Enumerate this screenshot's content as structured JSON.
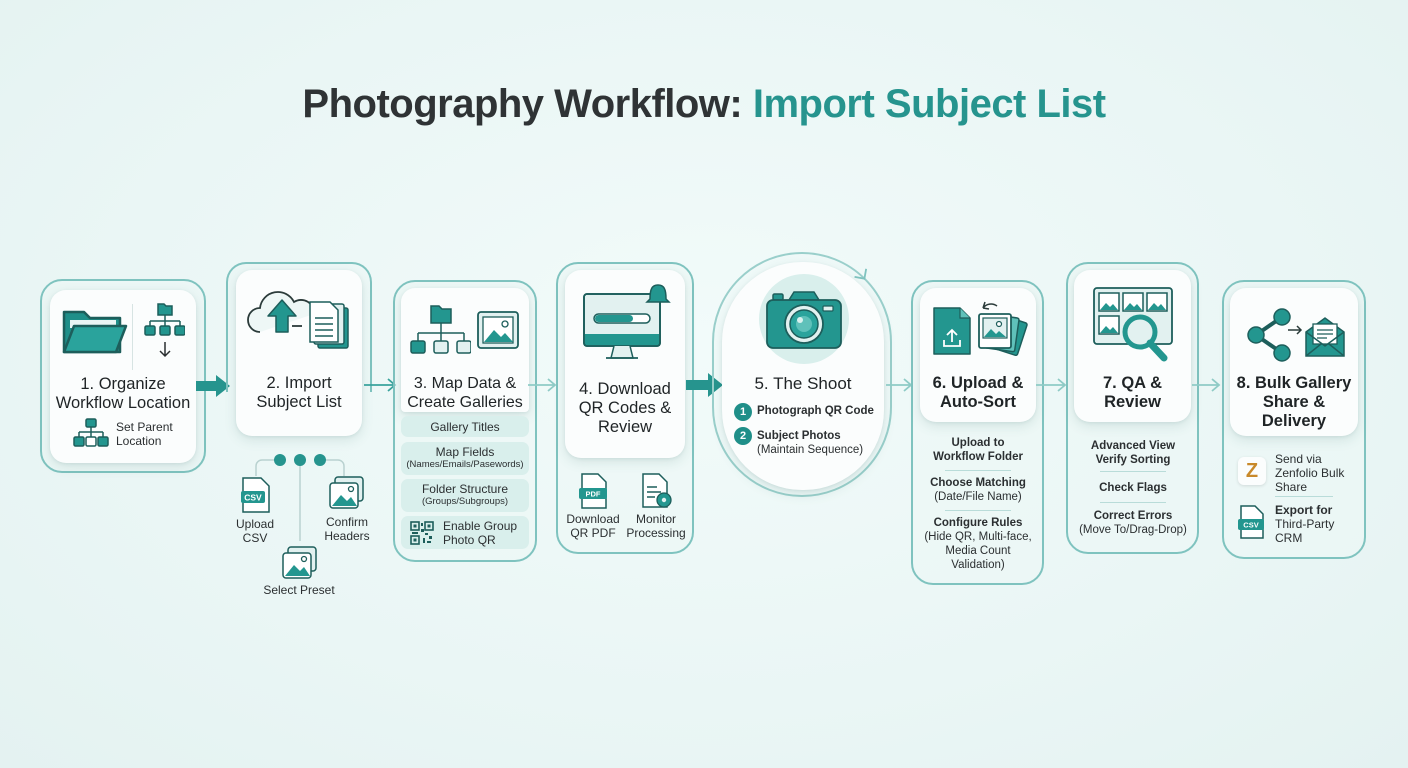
{
  "title": {
    "prefix": "Photography Workflow: ",
    "highlight": "Import Subject List"
  },
  "colors": {
    "accent": "#26948e",
    "accent_dark": "#1d7a75",
    "frame": "#7fc3bf",
    "pill": "#d9efec",
    "background": "#eaf6f5"
  },
  "steps": [
    {
      "number": 1,
      "title_line1": "1. Organize",
      "title_line2": "Workflow Location",
      "icons": [
        "open-folder-icon",
        "folder-hierarchy-icon"
      ],
      "sub": {
        "icon": "hierarchy-icon",
        "line1": "Set Parent",
        "line2": "Location"
      }
    },
    {
      "number": 2,
      "title_line1": "2. Import",
      "title_line2": "Subject List",
      "icons": [
        "cloud-upload-icon",
        "documents-icon"
      ],
      "substeps": [
        {
          "icon": "csv-file-icon",
          "badge": "CSV",
          "line1": "Upload",
          "line2": "CSV"
        },
        {
          "icon": "image-stack-icon",
          "line1": "Select Preset",
          "line2": ""
        },
        {
          "icon": "image-stack-icon",
          "line1": "Confirm",
          "line2": "Headers"
        }
      ]
    },
    {
      "number": 3,
      "title_line1": "3. Map Data &",
      "title_line2": "Create Galleries",
      "icons": [
        "folder-tree-icon",
        "image-icon"
      ],
      "pills": [
        {
          "label": "Gallery Titles",
          "detail": ""
        },
        {
          "label": "Map Fields",
          "detail": "(Names/Emails/Pasewords)"
        },
        {
          "label": "Folder Structure",
          "detail": "(Groups/Subgroups)"
        },
        {
          "label": "Enable Group Photo QR",
          "line1": "Enable Group",
          "line2": "Photo QR",
          "icon": "qr-code-icon"
        }
      ]
    },
    {
      "number": 4,
      "title_line1": "4. Download",
      "title_line2": "QR Codes &",
      "title_line3": "Review",
      "icons": [
        "monitor-progress-icon",
        "bell-icon"
      ],
      "substeps": [
        {
          "icon": "pdf-file-icon",
          "badge": "PDF",
          "line1": "Download",
          "line2": "QR PDF"
        },
        {
          "icon": "document-gear-icon",
          "line1": "Monitor",
          "line2": "Processing"
        }
      ]
    },
    {
      "number": 5,
      "title": "5. The Shoot",
      "icons": [
        "camera-icon"
      ],
      "list": [
        {
          "n": "1",
          "label": "Photograph QR Code",
          "detail": ""
        },
        {
          "n": "2",
          "label": "Subject Photos",
          "detail": "(Maintain Sequence)"
        }
      ]
    },
    {
      "number": 6,
      "title_line1": "6. Upload &",
      "title_line2": "Auto-Sort",
      "icons": [
        "file-upload-icon",
        "photos-stack-icon"
      ],
      "items": [
        {
          "label_line1": "Upload to",
          "label_line2": "Workflow Folder"
        },
        {
          "label": "Choose Matching",
          "detail": "(Date/File Name)"
        },
        {
          "label": "Configure Rules",
          "detail_line1": "(Hide QR, Multi-face,",
          "detail_line2": "Media Count",
          "detail_line3": "Validation)"
        }
      ]
    },
    {
      "number": 7,
      "title_line1": "7. QA &",
      "title_line2": "Review",
      "icons": [
        "gallery-search-icon"
      ],
      "items": [
        {
          "label_line1": "Advanced View",
          "label_line2": "Verify Sorting"
        },
        {
          "label": "Check Flags"
        },
        {
          "label": "Correct Errors",
          "detail": "(Move To/Drag-Drop)"
        }
      ]
    },
    {
      "number": 8,
      "title_line1": "8. Bulk Gallery",
      "title_line2": "Share &",
      "title_line3": "Delivery",
      "icons": [
        "share-icon",
        "envelope-icon"
      ],
      "items": [
        {
          "icon": "zenfolio-logo-icon",
          "badge": "Z",
          "line1": "Send via",
          "line2": "Zenfolio Bulk",
          "line3": "Share"
        },
        {
          "icon": "csv-file-icon",
          "badge": "CSV",
          "line1": "Export for",
          "line2": "Third-Party",
          "line3": "CRM"
        }
      ]
    }
  ]
}
